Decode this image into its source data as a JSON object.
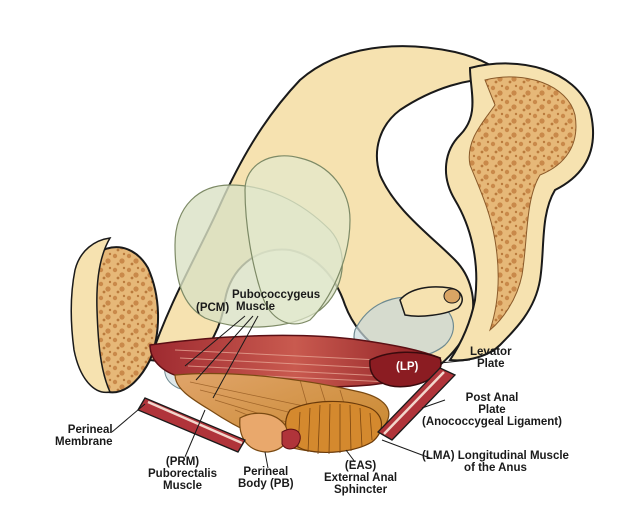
{
  "labels": {
    "pcm_abbr": "(PCM)",
    "pcm_line1": "Pubococcygeus",
    "pcm_line2": "Muscle",
    "lp_abbr": "(LP)",
    "levator_line1": "Levator",
    "levator_line2": "Plate",
    "postanal_line1": "Post Anal",
    "postanal_line2": "Plate",
    "postanal_line3": "(Anococcygeal Ligament)",
    "perineal_membrane_line1": "Perineal",
    "perineal_membrane_line2": "Membrane",
    "prm_abbr": "(PRM)",
    "prm_line1": "Puborectalis",
    "prm_line2": "Muscle",
    "pb_line1": "Perineal",
    "pb_line2": "Body (PB)",
    "eas_abbr": "(EAS)",
    "eas_line1": "External Anal",
    "eas_line2": "Sphincter",
    "lma_line1": "(LMA) Longitudinal Muscle",
    "lma_line2": "of the Anus"
  },
  "colors": {
    "bone": "#f6e2b0",
    "bone_outline": "#1a1a1a",
    "cancellous": "#d9a464",
    "muscle_dark": "#8b1c22",
    "muscle_mid": "#b0343a",
    "muscle_light": "#d8918a",
    "sphincter": "#c7862a",
    "perineal_body": "#e9a86c",
    "organ_green": "#d9e1c4",
    "organ_blue": "#c9d8dc"
  }
}
